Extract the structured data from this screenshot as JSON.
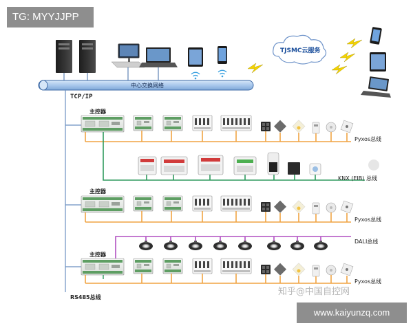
{
  "watermark_tag": "TG: MYYJJPP",
  "site_label": "www.kaiyunzq.com",
  "cloud_label": "TJSMC云服务",
  "backbone_label": "中心交换网络",
  "tcpip_label": "TCP/IP",
  "rs485_label": "RS485总线",
  "controller_labels": [
    "主控器",
    "主控器",
    "主控器"
  ],
  "bus_labels": {
    "pyxos_1": "Pyxos总线",
    "knx": "KNX (EIB) 总线",
    "pyxos_2": "Pyxos总线",
    "dali": "DALI总线",
    "pyxos_3": "Pyxos总线"
  },
  "zhihu_watermark": "知乎@中国自控网",
  "colors": {
    "backbone": "#a9c8ec",
    "backbone_stroke": "#3d6aa6",
    "tcpip_line": "#6a8fc0",
    "green_bus": "#2e9a5d",
    "orange_bus": "#f0a342",
    "purple_bus": "#b04fc1",
    "lightning": "#f5d400"
  }
}
